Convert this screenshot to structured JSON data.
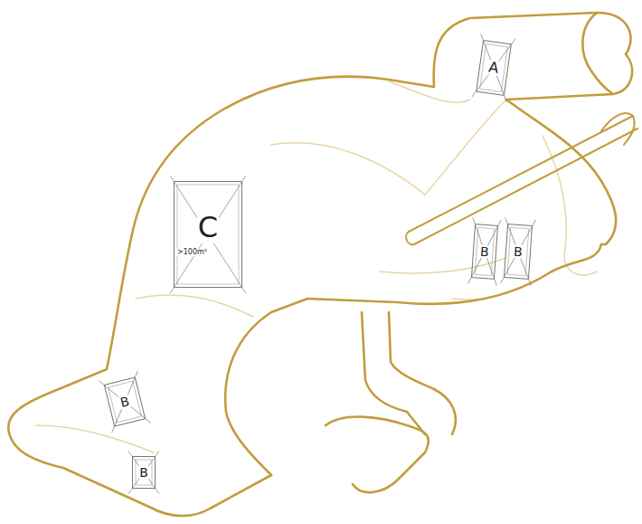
{
  "diagram": {
    "nodes": [
      {
        "text": [
          "A"
        ]
      },
      {
        "text": [
          "C",
          ">100m²"
        ]
      },
      {
        "text": [
          "B"
        ]
      },
      {
        "text": [
          "B"
        ]
      },
      {
        "text": [
          "B"
        ]
      },
      {
        "text": [
          "B"
        ]
      }
    ]
  }
}
